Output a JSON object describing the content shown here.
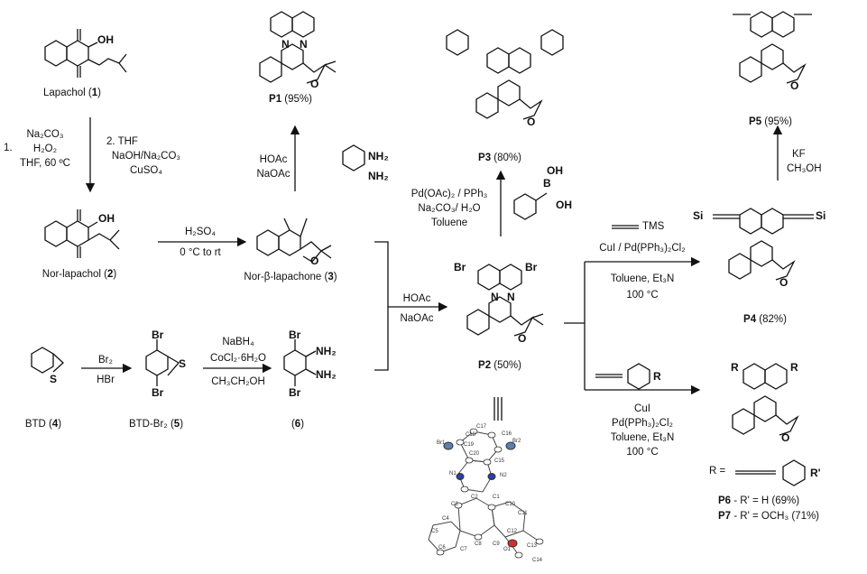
{
  "compounds": {
    "c1": {
      "name": "Lapachol (",
      "num": "1",
      "close": ")"
    },
    "c2": {
      "name": "Nor-lapachol (",
      "num": "2",
      "close": ")"
    },
    "c3": {
      "name": "Nor-β-lapachone (",
      "num": "3",
      "close": ")"
    },
    "c4": {
      "name": "BTD (",
      "num": "4",
      "close": ")"
    },
    "c5": {
      "name": "BTD-Br₂ (",
      "num": "5",
      "close": ")"
    },
    "c6": {
      "name": "(",
      "num": "6",
      "close": ")"
    },
    "p1": {
      "code": "P1",
      "yield": " (95%)"
    },
    "p2": {
      "code": "P2",
      "yield": " (50%)"
    },
    "p3": {
      "code": "P3",
      "yield": " (80%)"
    },
    "p4": {
      "code": "P4",
      "yield": " (82%)"
    },
    "p5": {
      "code": "P5",
      "yield": " (95%)"
    },
    "p6": {
      "code": "P6",
      "yield": " - R' = H (69%)"
    },
    "p7": {
      "code": "P7",
      "yield": " - R' = OCH₃ (71%)"
    }
  },
  "conditions": {
    "step1_num": "1.",
    "step1_a": "Na₂CO₃",
    "step1_b": "H₂O₂",
    "step1_c": "THF, 60 ºC",
    "step2_a": "2.  THF",
    "step2_b": "NaOH/Na₂CO₃",
    "step2_c": "CuSO₄",
    "h2so4": "H₂SO₄",
    "h2so4_temp": "0 °C to rt",
    "p1_a": "HOAc",
    "p1_b": "NaOAc",
    "br2": "Br₂",
    "hbr": "HBr",
    "nabh4": "NaBH₄",
    "cocl2": "CoCl₂·6H₂O",
    "etoh": "CH₃CH₂OH",
    "p2_a": "HOAc",
    "p2_b": "NaOAc",
    "p3_a": "Pd(OAc)₂ / PPh₃",
    "p3_b": "Na₂CO₃/ H₂O",
    "p3_c": "Toluene",
    "p4_reagent": "TMS",
    "p4_a": "CuI / Pd(PPh₃)₂Cl₂",
    "p4_b": "Toluene, Et₃N",
    "p4_c": "100 °C",
    "p5_a": "KF",
    "p5_b": "CH₃OH",
    "p6_a": "CuI",
    "p6_b": "Pd(PPh₃)₂Cl₂",
    "p6_c": "Toluene, Et₃N",
    "p6_d": "100 °C",
    "r_def": "R ="
  },
  "atoms": {
    "oh": "OH",
    "o": "O",
    "br": "Br",
    "nh2": "NH₂",
    "n": "N",
    "s": "S",
    "si": "Si",
    "r": "R",
    "rp": "R'",
    "b": "B"
  },
  "crystal_labels": [
    "C17",
    "C18",
    "C16",
    "C19",
    "Br1",
    "Br2",
    "C20",
    "C15",
    "N1",
    "N2",
    "C2",
    "C1",
    "C3",
    "C10",
    "C11",
    "C4",
    "C12",
    "C13",
    "C5",
    "C8",
    "C9",
    "O1",
    "C6",
    "C7",
    "C14"
  ]
}
